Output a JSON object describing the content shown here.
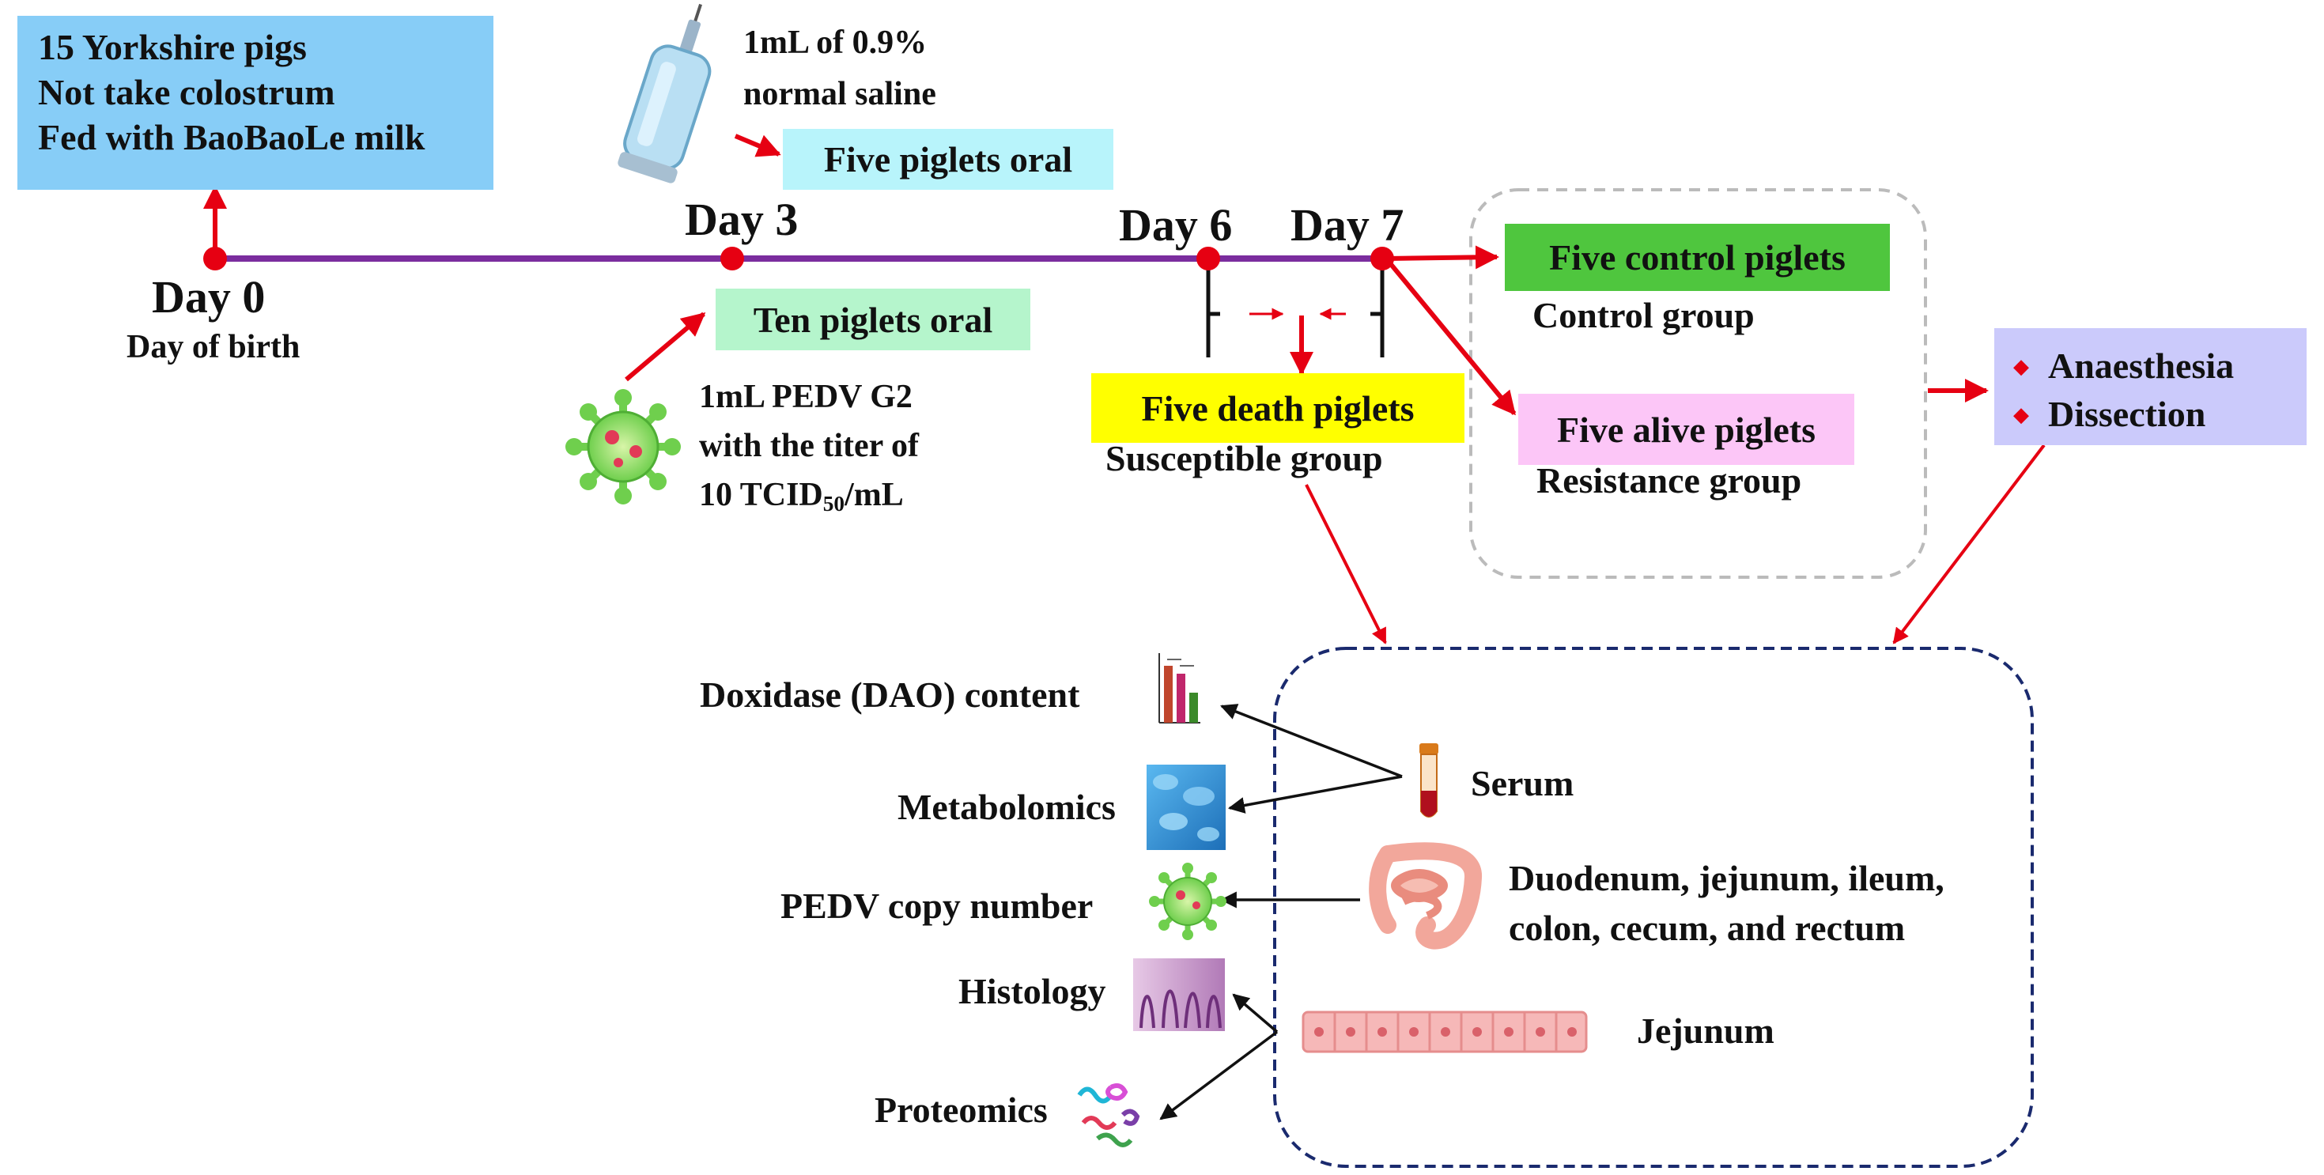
{
  "colors": {
    "timeline": "#7b2d9e",
    "event_dot": "#e60012",
    "arrow_red": "#e60012",
    "arrow_black": "#111111",
    "pig_box": "#87cdf7",
    "oral_box_saline": "#b8f4fb",
    "oral_box_pedv": "#b5f5cc",
    "control_box": "#4fc63e",
    "death_box": "#ffff00",
    "alive_box": "#fcc6f7",
    "procedure_box": "#cbcafb",
    "sample_region_border": "#1a2a6e",
    "group_region_border": "#bbbbbb"
  },
  "pigs_box": {
    "lines": [
      "15 Yorkshire pigs",
      "Not take colostrum",
      "Fed with BaoBaoLe milk"
    ]
  },
  "timeline": {
    "day0": {
      "label": "Day 0",
      "sub": "Day of birth"
    },
    "day3": {
      "label": "Day 3"
    },
    "day6": {
      "label": "Day 6"
    },
    "day7": {
      "label": "Day 7"
    }
  },
  "saline": {
    "icon": "syringe-icon",
    "lines": [
      "1mL of 0.9%",
      "normal saline"
    ],
    "box": "Five piglets oral"
  },
  "pedv": {
    "icon": "virus-icon",
    "box": "Ten piglets oral",
    "line1": "1mL PEDV G2",
    "line2": "with the titer of",
    "line3_prefix": "10 TCID",
    "line3_sub": "50",
    "line3_suffix": "/mL"
  },
  "groups": {
    "death": {
      "box": "Five death piglets",
      "sub": "Susceptible group"
    },
    "control": {
      "box": "Five control piglets",
      "sub": "Control group"
    },
    "alive": {
      "box": "Five alive piglets",
      "sub": "Resistance group"
    }
  },
  "procedures": {
    "items": [
      "Anaesthesia",
      "Dissection"
    ],
    "bullet": "◆"
  },
  "samples": {
    "serum": {
      "label": "Serum",
      "icon": "blood-tube-icon"
    },
    "intestine": {
      "line1": "Duodenum, jejunum, ileum,",
      "line2": "colon, cecum, and rectum",
      "icon": "intestine-icon"
    },
    "jejunum": {
      "label": "Jejunum",
      "icon": "epithelium-cells-icon"
    }
  },
  "analyses": {
    "dao": {
      "label": "Doxidase (DAO) content",
      "icon": "bar-chart-icon"
    },
    "metabolomics": {
      "label": "Metabolomics",
      "icon": "cells-micrograph-icon"
    },
    "pedv_copy": {
      "label": "PEDV copy number",
      "icon": "virus-icon"
    },
    "histology": {
      "label": "Histology",
      "icon": "tissue-section-icon"
    },
    "proteomics": {
      "label": "Proteomics",
      "icon": "protein-structures-icon"
    }
  }
}
